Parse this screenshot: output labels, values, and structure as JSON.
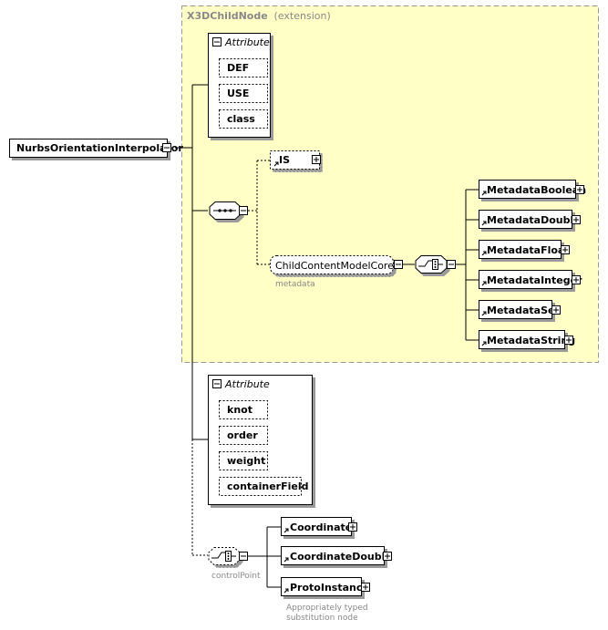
{
  "group": {
    "name": "X3DChildNode",
    "suffix": "(extension)"
  },
  "root": {
    "name": "NurbsOrientationInterpolator"
  },
  "attr_group_1": {
    "title": "Attribute",
    "items": [
      "DEF",
      "USE",
      "class"
    ]
  },
  "is_node": {
    "name": "IS"
  },
  "child_content": {
    "name": "ChildContentModelCore",
    "caption": "metadata"
  },
  "metadata_nodes": [
    "MetadataBoolean",
    "MetadataDouble",
    "MetadataFloat",
    "MetadataInteger",
    "MetadataSet",
    "MetadataString"
  ],
  "attr_group_2": {
    "title": "Attribute",
    "items": [
      "knot",
      "order",
      "weight",
      "containerField"
    ]
  },
  "control_point": {
    "caption": "controlPoint",
    "nodes": [
      "Coordinate",
      "CoordinateDouble",
      "ProtoInstance"
    ],
    "note_line1": "Appropriately typed",
    "note_line2": "substitution node"
  },
  "colors": {
    "group_fill": "#ffffc6",
    "group_border": "#9a9a9a",
    "line": "#000000",
    "muted_text": "#888888"
  }
}
